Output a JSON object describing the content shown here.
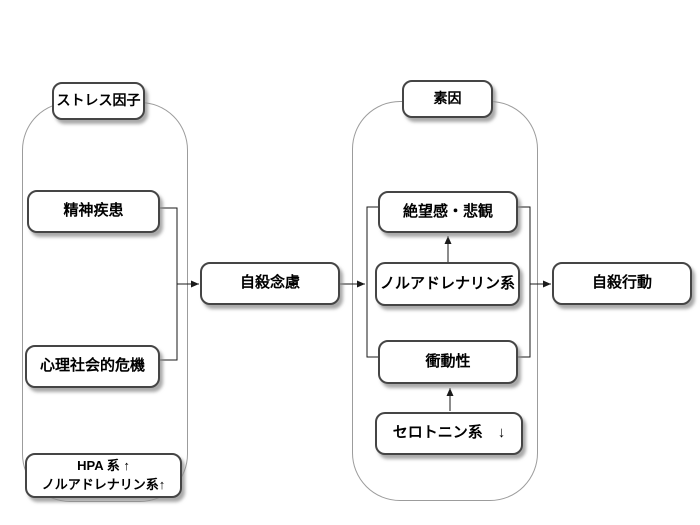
{
  "diagram": {
    "groups": {
      "stress": {
        "label": "ストレス因子"
      },
      "predisposition": {
        "label": "素因"
      }
    },
    "nodes": {
      "mental_illness": {
        "label": "精神疾患"
      },
      "psychosocial_crisis": {
        "label": "心理社会的危機"
      },
      "hpa": {
        "line1": "HPA 系 ↑",
        "line2": "ノルアドレナリン系↑"
      },
      "suicidal_ideation": {
        "label": "自殺念慮"
      },
      "hopelessness": {
        "label": "絶望感・悲観"
      },
      "noradrenaline": {
        "label": "ノルアドレナリン系"
      },
      "impulsivity": {
        "label": "衝動性"
      },
      "serotonin": {
        "label": "セロトニン系　↓"
      },
      "suicidal_behavior": {
        "label": "自殺行動"
      }
    },
    "edges": [
      {
        "from": "mental_illness,psychosocial_crisis",
        "to": "suicidal_ideation",
        "type": "arrow"
      },
      {
        "from": "suicidal_ideation",
        "to": "hopelessness,impulsivity",
        "type": "arrow"
      },
      {
        "from": "noradrenaline",
        "to": "hopelessness",
        "type": "arrow"
      },
      {
        "from": "serotonin",
        "to": "impulsivity",
        "type": "arrow"
      },
      {
        "from": "hopelessness,impulsivity",
        "to": "suicidal_behavior",
        "type": "arrow"
      }
    ],
    "colors": {
      "node_border": "#454545",
      "group_border": "#9c9c9c",
      "shadow": "#8c8c8c",
      "line": "#1a1a1a",
      "background": "#ffffff"
    }
  }
}
